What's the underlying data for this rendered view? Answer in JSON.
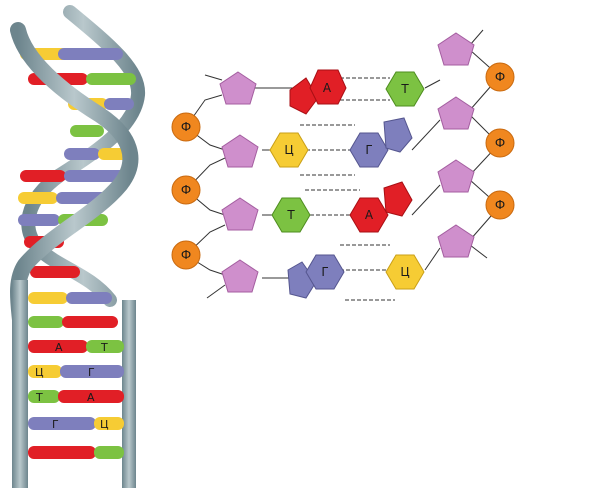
{
  "colors": {
    "adenine": "#e11f26",
    "thymine": "#7cc242",
    "guanine": "#7e7fbd",
    "cytosine": "#f6cc34",
    "sugar": "#cf8fcc",
    "phosphate": "#f0871f",
    "backbone": "#8fa4ab"
  },
  "labels": {
    "phosphate": "Ф",
    "adenine": "А",
    "thymine": "Т",
    "guanine": "Г",
    "cytosine": "Ц"
  }
}
